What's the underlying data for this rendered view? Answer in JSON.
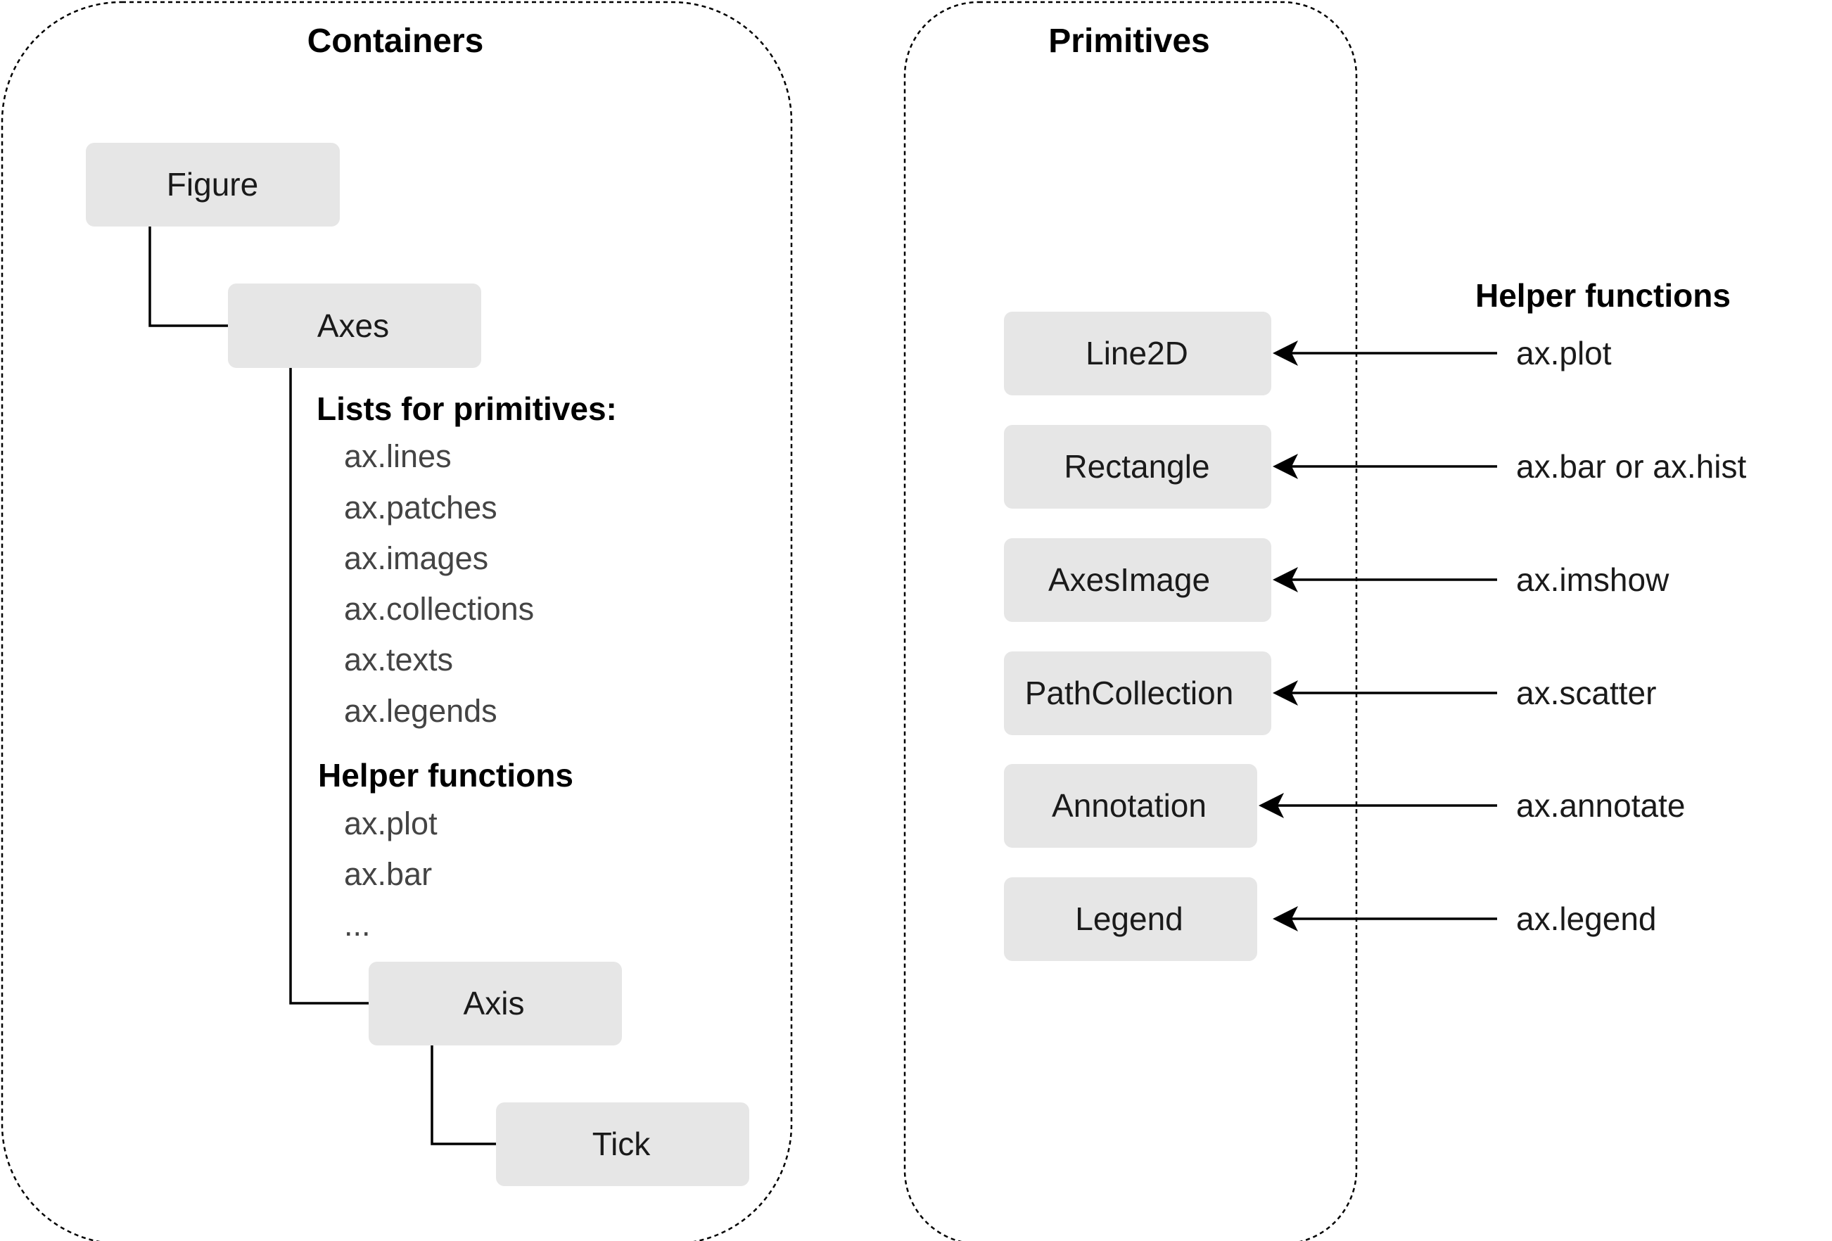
{
  "containers": {
    "title": "Containers",
    "nodes": {
      "figure": "Figure",
      "axes": "Axes",
      "axis": "Axis",
      "tick": "Tick"
    },
    "lists_heading": "Lists for primitives:",
    "lists": [
      "ax.lines",
      "ax.patches",
      "ax.images",
      "ax.collections",
      "ax.texts",
      "ax.legends"
    ],
    "helper_heading": "Helper functions",
    "helpers": [
      "ax.plot",
      "ax.bar",
      "..."
    ]
  },
  "primitives": {
    "title": "Primitives",
    "helper_heading": "Helper functions",
    "items": [
      {
        "label": "Line2D",
        "helper": "ax.plot"
      },
      {
        "label": "Rectangle",
        "helper": "ax.bar or ax.hist"
      },
      {
        "label": "AxesImage",
        "helper": "ax.imshow"
      },
      {
        "label": "PathCollection",
        "helper": "ax.scatter"
      },
      {
        "label": "Annotation",
        "helper": "ax.annotate"
      },
      {
        "label": "Legend",
        "helper": "ax.legend"
      }
    ]
  },
  "colors": {
    "node_fill": "#e6e6e6",
    "list_text": "#444444",
    "line": "#000000"
  }
}
